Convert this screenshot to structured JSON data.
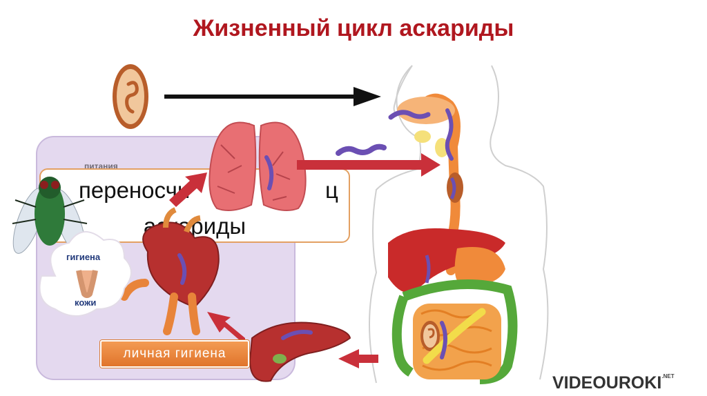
{
  "title": "Жизненный цикл аскариды",
  "carrier_line1": "переносчи",
  "carrier_line1_tail": "ц",
  "carrier_line2": "аскариды",
  "faded_label": "питания",
  "cloud_top": "гигиена",
  "cloud_bottom": "кожи",
  "hygiene_button": "личная гигиена",
  "logo": {
    "main": "VIDEOUROKI",
    "suffix": ".NET"
  },
  "colors": {
    "title": "#b0171f",
    "arrow_red": "#c9303a",
    "worm": "#6b4fb3",
    "panel": "#e4d9ef",
    "button": "#e8843a"
  }
}
